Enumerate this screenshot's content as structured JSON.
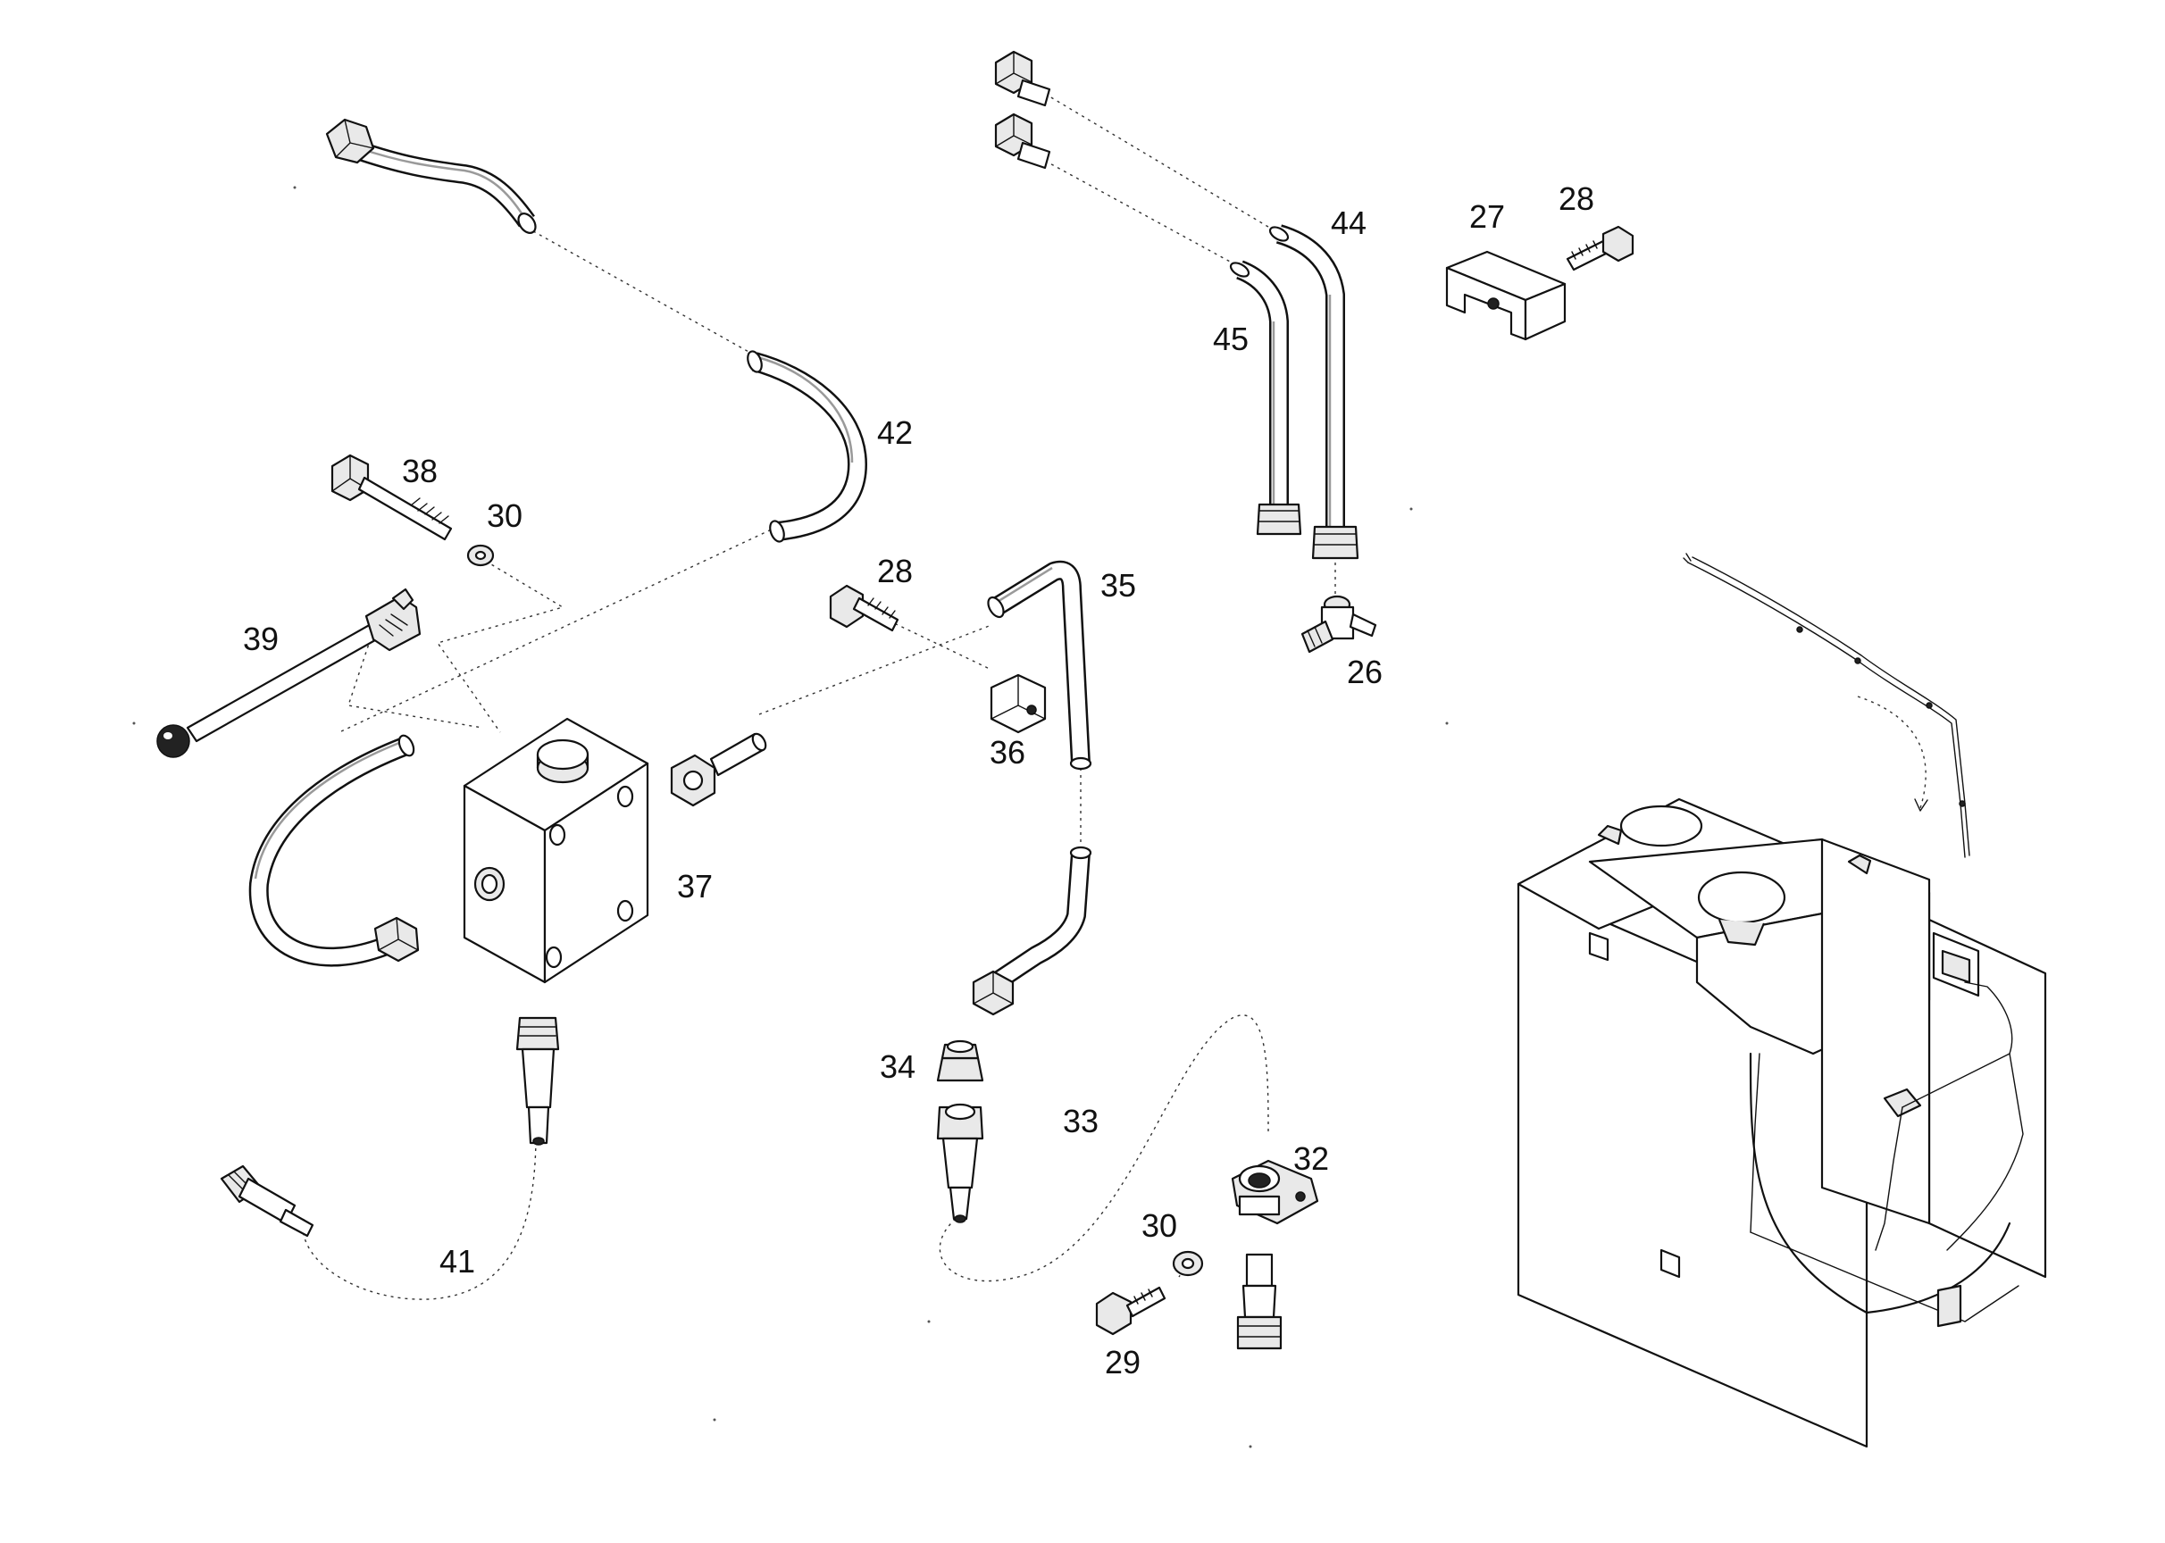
{
  "labels": {
    "l42": "42",
    "l38": "38",
    "l30a": "30",
    "l39": "39",
    "l37": "37",
    "l41": "41",
    "l28a": "28",
    "l35": "35",
    "l36": "36",
    "l34": "34",
    "l33": "33",
    "l32": "32",
    "l30b": "30",
    "l29": "29",
    "l44": "44",
    "l45": "45",
    "l26": "26",
    "l27": "27",
    "l28b": "28"
  }
}
